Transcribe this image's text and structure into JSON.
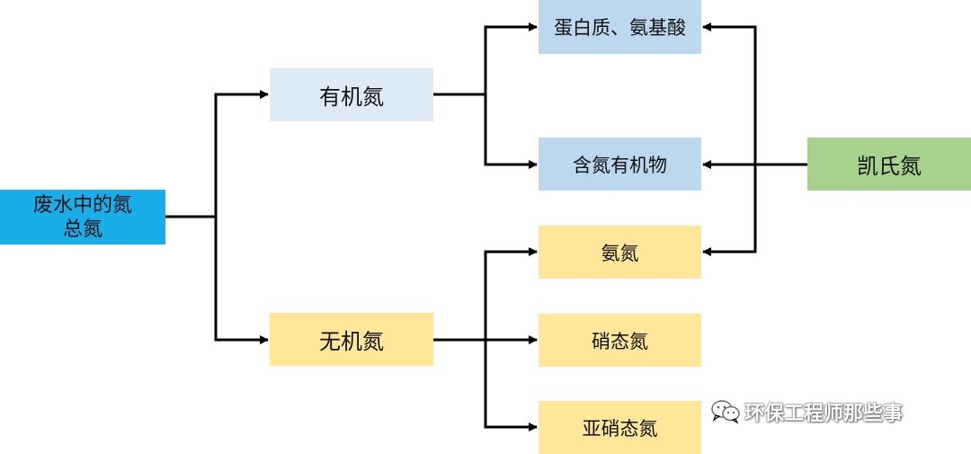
{
  "diagram": {
    "nodes": {
      "total": {
        "line1": "废水中的氮",
        "line2": "总氮",
        "color": "#19AEEA"
      },
      "organic": {
        "label": "有机氮",
        "color": "#DEEBF7"
      },
      "inorganic": {
        "label": "无机氮",
        "color": "#FFE699"
      },
      "protein": {
        "label": "蛋白质、氨基酸",
        "color": "#BDD7EE"
      },
      "n_compound": {
        "label": "含氮有机物",
        "color": "#BDD7EE"
      },
      "ammonia": {
        "label": "氨氮",
        "color": "#FFE699"
      },
      "nitrate": {
        "label": "硝态氮",
        "color": "#FFE699"
      },
      "nitrite": {
        "label": "亚硝态氮",
        "color": "#FFE699"
      },
      "kjeldahl": {
        "label": "凯氏氮",
        "color": "#A9D18E"
      }
    },
    "edges": [
      {
        "from": "total",
        "to": "organic"
      },
      {
        "from": "total",
        "to": "inorganic"
      },
      {
        "from": "organic",
        "to": "protein"
      },
      {
        "from": "organic",
        "to": "n_compound"
      },
      {
        "from": "inorganic",
        "to": "ammonia"
      },
      {
        "from": "inorganic",
        "to": "nitrate"
      },
      {
        "from": "inorganic",
        "to": "nitrite"
      },
      {
        "from": "kjeldahl",
        "to": "protein"
      },
      {
        "from": "kjeldahl",
        "to": "n_compound"
      },
      {
        "from": "kjeldahl",
        "to": "ammonia"
      }
    ],
    "line_color": "#000000"
  },
  "watermark": {
    "text": "环保工程师那些事",
    "icon": "wechat-icon"
  }
}
